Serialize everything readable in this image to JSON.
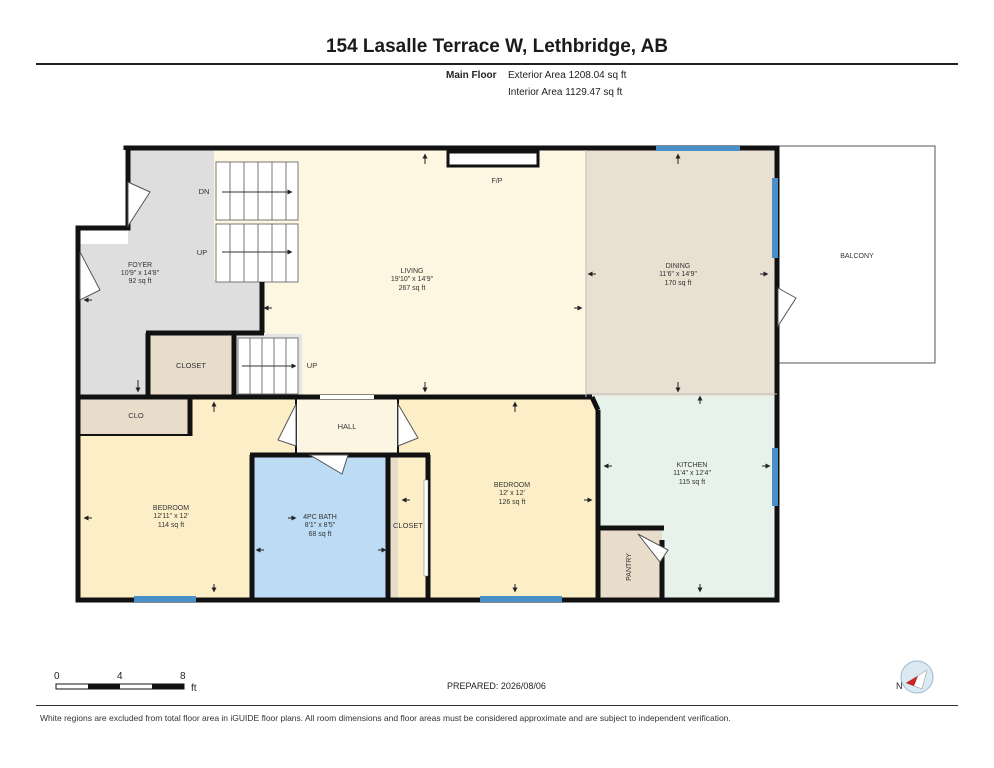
{
  "header": {
    "title": "154 Lasalle Terrace W, Lethbridge, AB",
    "floor": "Main Floor",
    "exterior_area": "Exterior Area 1208.04 sq ft",
    "interior_area": "Interior Area 1129.47 sq ft"
  },
  "rooms": {
    "foyer": {
      "name": "FOYER",
      "dims": "10'9\" x 14'8\"",
      "area": "92 sq ft"
    },
    "living": {
      "name": "LIVING",
      "dims": "19'10\" x 14'9\"",
      "area": "267 sq ft"
    },
    "dining": {
      "name": "DINING",
      "dims": "11'6\" x 14'9\"",
      "area": "170 sq ft"
    },
    "kitchen": {
      "name": "KITCHEN",
      "dims": "11'4\" x 12'4\"",
      "area": "115 sq ft"
    },
    "bedroom_left": {
      "name": "BEDROOM",
      "dims": "12'11\" x 12'",
      "area": "114 sq ft"
    },
    "bath": {
      "name": "4PC BATH",
      "dims": "8'1\" x 8'5\"",
      "area": "68 sq ft"
    },
    "bedroom_right": {
      "name": "BEDROOM",
      "dims": "12' x 12'",
      "area": "126 sq ft"
    },
    "balcony": {
      "name": "BALCONY"
    },
    "closet_top": {
      "name": "CLOSET"
    },
    "clo": {
      "name": "CLO"
    },
    "hall": {
      "name": "HALL"
    },
    "closet_right": {
      "name": "CLOSET"
    },
    "pantry": {
      "name": "PANTRY"
    },
    "fp": {
      "name": "F/P"
    }
  },
  "stairs": {
    "down": "DN",
    "up_main": "UP",
    "up_lower": "UP"
  },
  "scale": {
    "ticks": [
      "0",
      "4",
      "8"
    ],
    "unit": "ft"
  },
  "compass": {
    "letter": "N"
  },
  "footer": {
    "prepared": "PREPARED: 2026/08/06",
    "disclaimer": "White regions are excluded from total floor area in iGUIDE floor plans. All room dimensions and floor areas must be considered approximate and are subject to independent verification."
  },
  "colors": {
    "foyer": "#dedede",
    "living": "#fdf7e1",
    "dining": "#e9e0d2",
    "kitchen": "#e7f2ea",
    "bedroom_left": "#fcefc8",
    "bath": "#bcdcf6",
    "bedroom_right": "#fcefc8",
    "closet": "#e8dccb",
    "hall": "#fbf5e2",
    "wall": "#111111",
    "window": "#4a90c8"
  }
}
